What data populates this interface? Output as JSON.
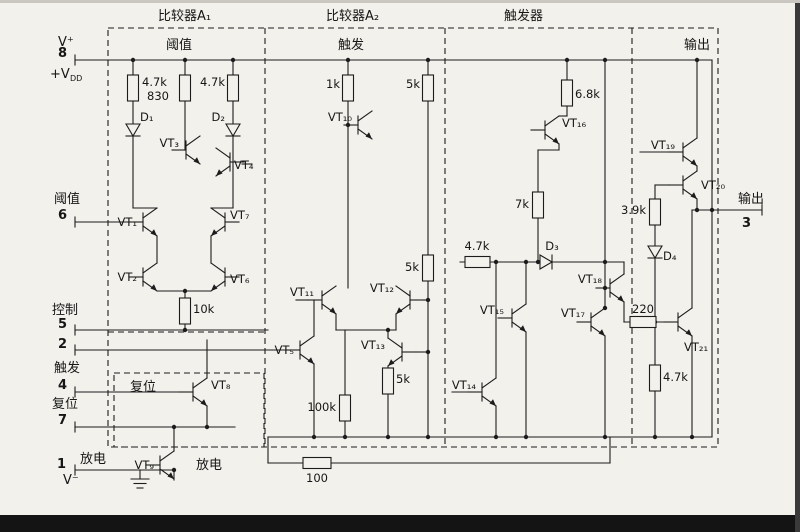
{
  "sections": {
    "comparator_a1": "比较器A₁",
    "comparator_a2": "比较器A₂",
    "flip_flop": "触发器",
    "output": "输出"
  },
  "sublabels": {
    "threshold": "阈值",
    "trigger": "触发",
    "output": "输出",
    "reset": "复位",
    "discharge": "放电"
  },
  "pins": {
    "vplus": "V⁺",
    "pin8": "8",
    "vdd_base": "+V",
    "vdd_sub": "DD",
    "threshold_label": "阈值",
    "pin6": "6",
    "control_label": "控制",
    "pin5": "5",
    "pin2": "2",
    "trigger_label": "触发",
    "pin4": "4",
    "reset_label": "复位",
    "pin7": "7",
    "discharge_label": "放电",
    "pin1": "1",
    "vminus": "V⁻",
    "output_label": "输出",
    "pin3": "3"
  },
  "transistors": {
    "vt1": "VT₁",
    "vt2": "VT₂",
    "vt3": "VT₃",
    "vt4": "VT₄",
    "vt5": "VT₅",
    "vt6": "VT₆",
    "vt7": "VT₇",
    "vt8": "VT₈",
    "vt9": "VT₉",
    "vt10": "VT₁₀",
    "vt11": "VT₁₁",
    "vt12": "VT₁₂",
    "vt13": "VT₁₃",
    "vt14": "VT₁₄",
    "vt15": "VT₁₅",
    "vt16": "VT₁₆",
    "vt17": "VT₁₇",
    "vt18": "VT₁₈",
    "vt19": "VT₁₉",
    "vt20": "VT₂₀",
    "vt21": "VT₂₁"
  },
  "resistors": {
    "r_47k_a": "4.7k",
    "r_830": "830",
    "r_47k_b": "4.7k",
    "r_1k": "1k",
    "r_5k_a": "5k",
    "r_68k": "6.8k",
    "r_7k": "7k",
    "r_47k_c": "4.7k",
    "r_5k_b": "5k",
    "r_10k": "10k",
    "r_5k_c": "5k",
    "r_100k": "100k",
    "r_100": "100",
    "r_39k": "3.9k",
    "r_220": "220",
    "r_47k_d": "4.7k"
  },
  "diodes": {
    "d1": "D₁",
    "d2": "D₂",
    "d3": "D₃",
    "d4": "D₄"
  },
  "colors": {
    "ink": "#1c1c1c",
    "paper": "#f2f1ec"
  }
}
